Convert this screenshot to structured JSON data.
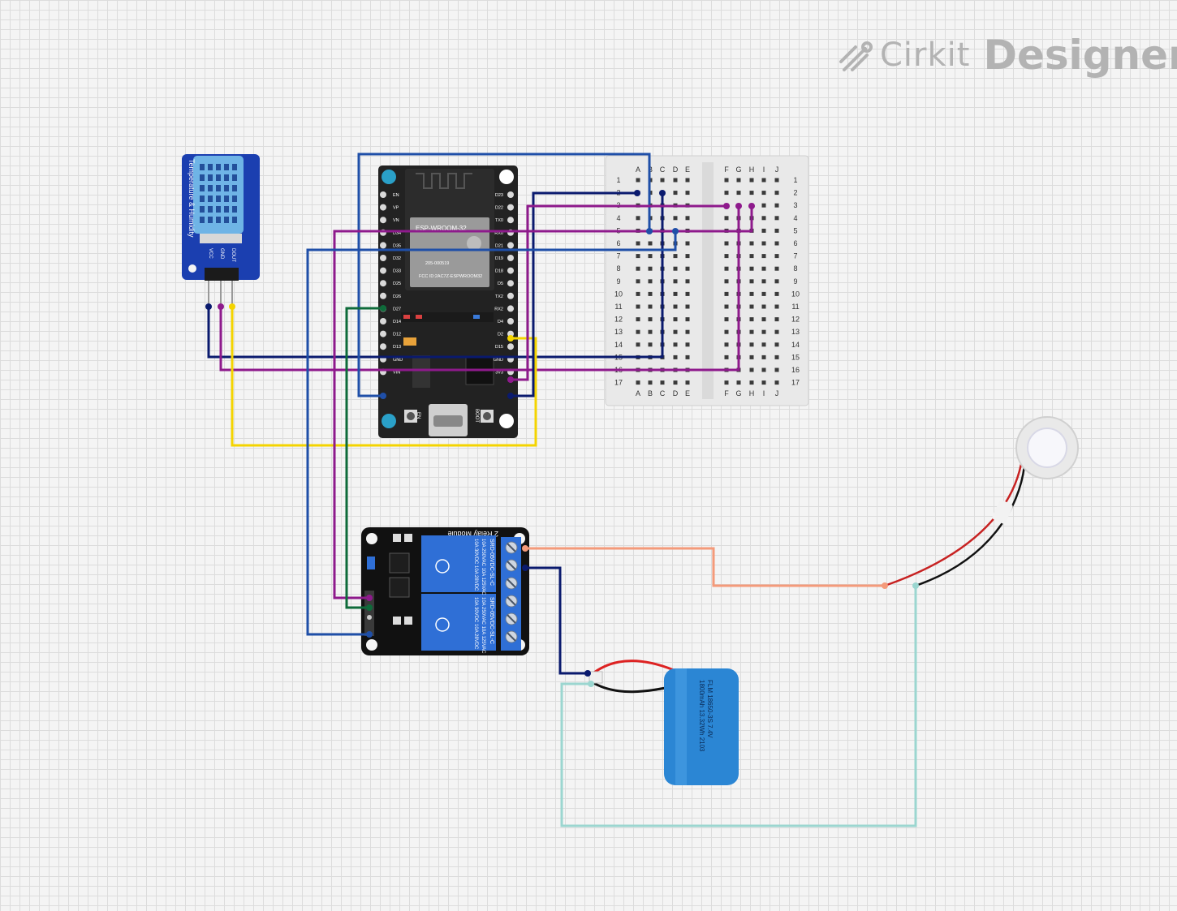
{
  "brand": {
    "name": "Cirkit",
    "product": "Designer",
    "icon": "cirkit-logo-icon"
  },
  "dht": {
    "title": "Temperature & Humidity",
    "pins": [
      "VCC",
      "GND",
      "DOUT"
    ]
  },
  "esp": {
    "module": "ESP-WROOM-32",
    "fcc": "FCC ID:2AC7Z-ESPWROOM32",
    "cert": "205-000519",
    "left_pins": [
      "EN",
      "VP",
      "VN",
      "D34",
      "D35",
      "D32",
      "D33",
      "D25",
      "D26",
      "D27",
      "D14",
      "D12",
      "D13",
      "GND",
      "VIN"
    ],
    "right_pins": [
      "D23",
      "D22",
      "TX0",
      "RX0",
      "D21",
      "D19",
      "D18",
      "D5",
      "TX2",
      "RX2",
      "D4",
      "D2",
      "D15",
      "GND",
      "3V3"
    ],
    "button_en": "EN",
    "button_boot": "BOOT"
  },
  "breadboard": {
    "cols_left": [
      "A",
      "B",
      "C",
      "D",
      "E"
    ],
    "cols_right": [
      "F",
      "G",
      "H",
      "I",
      "J"
    ],
    "rows": [
      "1",
      "2",
      "3",
      "4",
      "5",
      "6",
      "7",
      "8",
      "9",
      "10",
      "11",
      "12",
      "13",
      "14",
      "15",
      "16",
      "17"
    ]
  },
  "relay": {
    "title": "2 Relay Module",
    "relay_text": [
      "SRD-05VDC-SL-C",
      "10A 250VAC 10A 125VAC",
      "10A 30VDC 10A 28VDC"
    ]
  },
  "battery": {
    "text": [
      "FLM 18650-3S 7.4V",
      "1800mAh 13.32Wh 2103"
    ]
  },
  "colors": {
    "navy": "#0a1a6e",
    "purple": "#8e1a8c",
    "blue": "#1f4fa8",
    "yellow": "#f4d400",
    "green": "#0e6b3a",
    "salmon": "#f49a7a",
    "teal": "#9bd6d0",
    "pcb_blue": "#1b3fb0",
    "relay_blue": "#2f6fd6",
    "battery_blue": "#2b86d4"
  }
}
